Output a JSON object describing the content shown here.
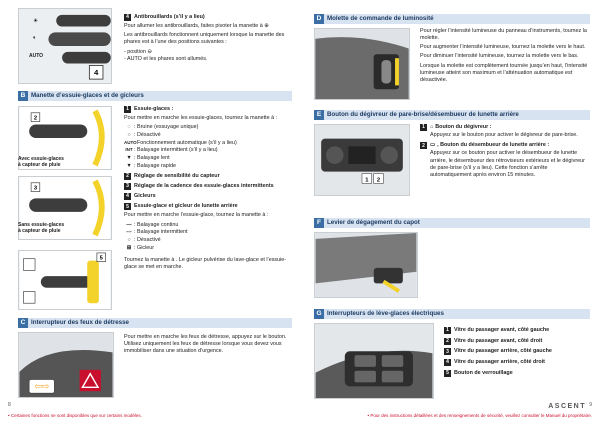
{
  "colors": {
    "accent": "#3a6ea5",
    "header_bg": "#d7e3f0",
    "warning_red": "#c8102e"
  },
  "left": {
    "item4": {
      "num": "4",
      "title": "Antibrouillards (s’il y a lieu)",
      "p1": "Pour allumer les antibrouillards, faites pivoter la manette à",
      "p2": "Les antibrouillards fonctionnent uniquement lorsque la manette des phares est à l’une des positions suivantes :",
      "b1": "- position",
      "b2": "- AUTO et les phares sont allumés."
    },
    "topimg_labels": {
      "auto": "AUTO"
    },
    "sectionB": {
      "letter": "B",
      "title": "Manette d’essuie-glaces et de gicleurs",
      "caption1": "Avec essuie-glaces à capteur de pluie",
      "caption2": "Sans essuie-glaces à capteur de pluie",
      "items": [
        {
          "num": "1",
          "title": "Essuie-glaces :"
        },
        {
          "num": "2",
          "title": "Réglage de sensibilité du capteur"
        },
        {
          "num": "3",
          "title": "Réglage de la cadence des essuie-glaces intermittents"
        },
        {
          "num": "4",
          "title": "Gicleurs"
        },
        {
          "num": "5",
          "title": "Essuie-glace et gicleur de lunette arrière"
        }
      ],
      "p1": "Pour mettre en marche les essuie-glaces, tournez la manette à :",
      "front": [
        {
          "sym": "◌",
          "text": ": Bruine (essuyage unique)"
        },
        {
          "sym": "○",
          "text": ": Désactivé"
        },
        {
          "sym": "AUTO",
          "text": ": Fonctionnement automatique (s’il y a lieu)"
        },
        {
          "sym": "INT",
          "text": ": Balayage intermittent (s’il y a lieu)"
        },
        {
          "sym": "▼",
          "text": ": Balayage lent"
        },
        {
          "sym": "▼",
          "text": ": Balayage rapide"
        }
      ],
      "p5": "Pour mettre en marche l’essuie-glace, tournez la manette à :",
      "rear": [
        {
          "sym": "—",
          "text": ": Balayage continu"
        },
        {
          "sym": "---",
          "text": ": Balayage intermittent"
        },
        {
          "sym": "○",
          "text": ": Désactivé"
        },
        {
          "sym": "⊞",
          "text": ": Gicleur"
        }
      ],
      "p6": "Tournez la manette à . Le gicleur pulvérise du lave-glace et l’essuie-glace se met en marche."
    },
    "sectionC": {
      "letter": "C",
      "title": "Interrupteur des feux de détresse",
      "p1": "Pour mettre en marche les feux de détresse, appuyez sur le bouton. Utilisez uniquement les feux de détresse lorsque vous devez vous immobiliser dans une situation d’urgence."
    },
    "footer": "• Certaines fonctions ne sont disponibles que sur certains modèles.",
    "pagenum": "8"
  },
  "right": {
    "sectionD": {
      "letter": "D",
      "title": "Molette de commande de luminosité",
      "p1": "Pour régler l’intensité lumineuse du panneau d’instruments, tournez la molette.",
      "p2": "Pour augmenter l’intensité lumineuse, tournez la molette vers le haut.",
      "p3": "Pour diminuer l’intensité lumineuse, tournez la molette vers le bas.",
      "p4": "Lorsque la molette est complètement tournée jusqu’en haut, l’intensité lumineuse atteint son maximum et l’atténuation automatique est désactivée."
    },
    "sectionE": {
      "letter": "E",
      "title": "Bouton du dégivreur de pare-brise/désembueur de lunette arrière",
      "i1title": "Bouton du dégivreur :",
      "i1text": "Appuyez sur le bouton pour activer le dégivreur de pare-brise.",
      "i2title": ", Bouton du désembueur de lunette arrière :",
      "i2text": "Appuyez sur ce bouton pour activer le désembueur de lunette arrière, le désembueur des rétroviseurs extérieurs et le dégivreur de pare-brise (s’il y a lieu). Cette fonction s’arrête automatiquement après environ 15 minutes.",
      "n1": "1",
      "n2": "2"
    },
    "sectionF": {
      "letter": "F",
      "title": "Levier de dégagement du capot"
    },
    "sectionG": {
      "letter": "G",
      "title": "Interrupteurs de lève-glaces électriques",
      "items": [
        {
          "num": "1",
          "text": "Vitre du passager avant, côté gauche"
        },
        {
          "num": "2",
          "text": "Vitre du passager avant, côté droit"
        },
        {
          "num": "3",
          "text": "Vitre du passager arrière, côté gauche"
        },
        {
          "num": "4",
          "text": "Vitre du passager arrière, côté droit"
        },
        {
          "num": "5",
          "text": "Bouton de verrouillage"
        }
      ]
    },
    "footer": "• Pour des instructions détaillées et des renseignements de sécurité, veuillez consulter le Manuel du propriétaire.",
    "pagenum": "9",
    "logo": "ASCENT"
  }
}
